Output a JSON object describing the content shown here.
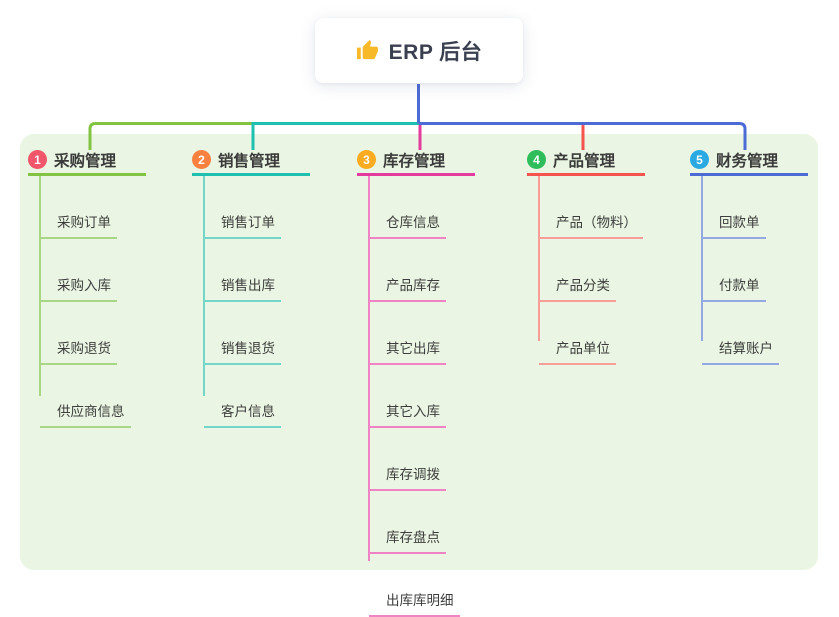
{
  "root": {
    "icon": "thumbs-up-icon",
    "label": "ERP 后台"
  },
  "canvas": {
    "background": "#ffffff",
    "panel_background": "#eaf6e3",
    "root_stem_color": "#4d6bd5",
    "thumb_icon_color": "#f7b928"
  },
  "branches": [
    {
      "badge": "1",
      "title": "采购管理",
      "colors": {
        "badge": "#f1566a",
        "line": "#82c341",
        "child_line": "#a9d685"
      },
      "children": [
        "采购订单",
        "采购入库",
        "采购退货",
        "供应商信息"
      ]
    },
    {
      "badge": "2",
      "title": "销售管理",
      "colors": {
        "badge": "#f9813f",
        "line": "#1fc0af",
        "child_line": "#74d6c9"
      },
      "children": [
        "销售订单",
        "销售出库",
        "销售退货",
        "客户信息"
      ]
    },
    {
      "badge": "3",
      "title": "库存管理",
      "colors": {
        "badge": "#fbab20",
        "line": "#e23a9d",
        "child_line": "#ef83c4"
      },
      "children": [
        "仓库信息",
        "产品库存",
        "其它出库",
        "其它入库",
        "库存调拨",
        "库存盘点",
        "出库库明细"
      ]
    },
    {
      "badge": "4",
      "title": "产品管理",
      "colors": {
        "badge": "#2fbd5c",
        "line": "#f4534e",
        "child_line": "#f89d98"
      },
      "children": [
        "产品（物料）",
        "产品分类",
        "产品单位"
      ]
    },
    {
      "badge": "5",
      "title": "财务管理",
      "colors": {
        "badge": "#2ba9e2",
        "line": "#4d6bd5",
        "child_line": "#94a8e2"
      },
      "children": [
        "回款单",
        "付款单",
        "结算账户"
      ]
    }
  ]
}
